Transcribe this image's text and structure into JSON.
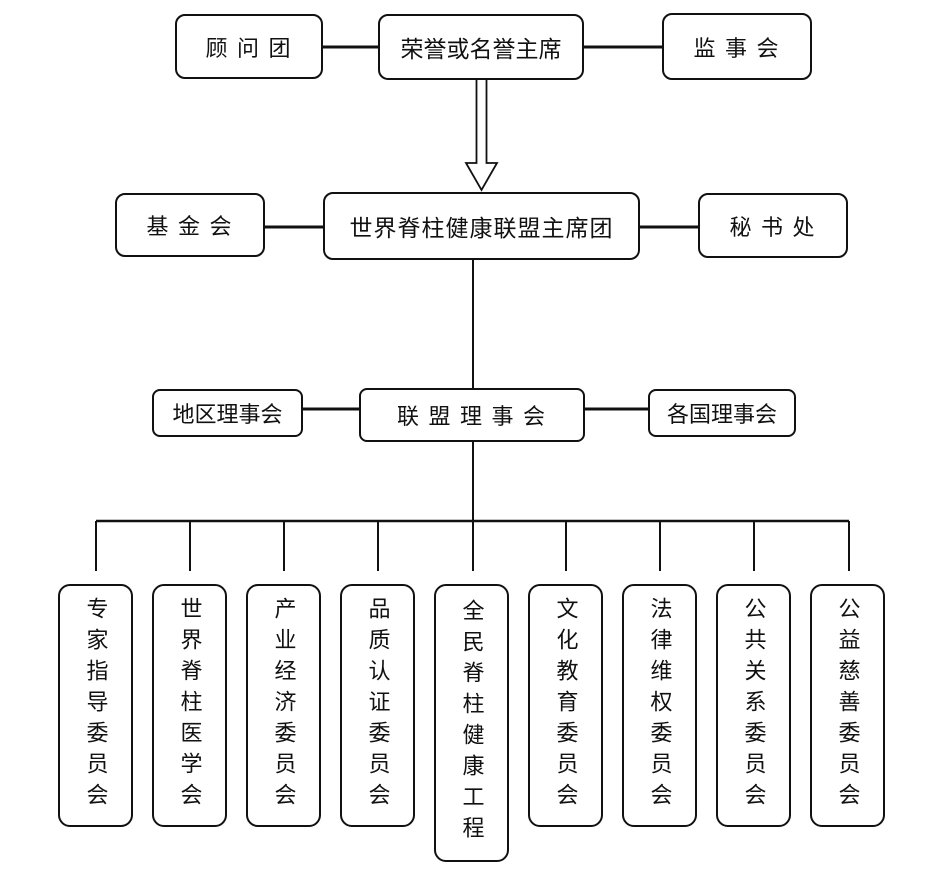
{
  "org": {
    "title_implied": "组织结构图",
    "line_color": "#111111",
    "box_background": "#ffffff",
    "nodes": {
      "advisors": "顾 问 团",
      "honorary_chairman": "荣誉或名誉主席",
      "supervisory_board": "监 事 会",
      "foundation": "基 金 会",
      "presidium": "世界脊柱健康联盟主席团",
      "secretariat": "秘 书 处",
      "regional_council": "地区理事会",
      "alliance_council": "联 盟 理 事 会",
      "national_councils": "各国理事会"
    },
    "committees": [
      "专家指导委员会",
      "世界脊柱医学会",
      "产业经济委员会",
      "品质认证委员会",
      "全民脊柱健康工程",
      "文化教育委员会",
      "法律维权委员会",
      "公共关系委员会",
      "公益慈善委员会"
    ],
    "edges": [
      "顾问团—荣誉或名誉主席",
      "荣誉或名誉主席—监事会",
      "荣誉或名誉主席→世界脊柱健康联盟主席团 (双线空心箭头)",
      "基金会—世界脊柱健康联盟主席团",
      "世界脊柱健康联盟主席团—秘书处",
      "世界脊柱健康联盟主席团—联盟理事会",
      "地区理事会—联盟理事会",
      "联盟理事会—各国理事会",
      "联盟理事会—九个下属委员会"
    ]
  }
}
